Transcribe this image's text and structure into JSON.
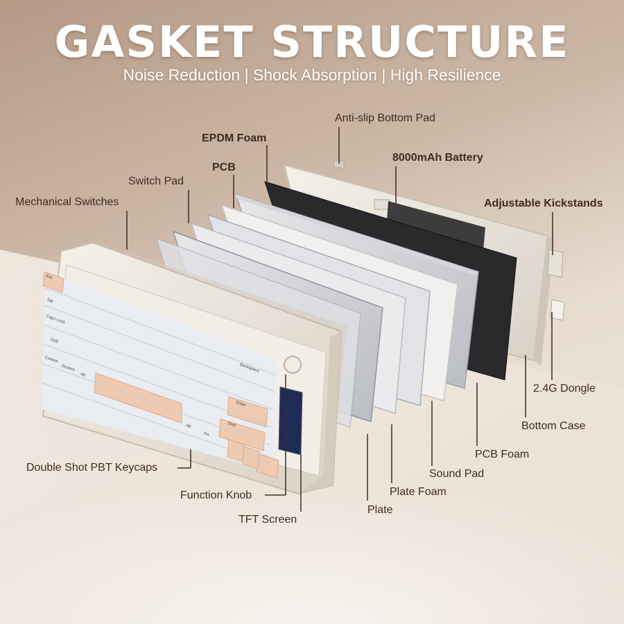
{
  "title": "GASKET STRUCTURE",
  "subtitle": "Noise Reduction | Shock Absorption | High Resilience",
  "labels": {
    "anti_slip": "Anti-slip Bottom Pad",
    "epdm": "EPDM Foam",
    "battery": "8000mAh Battery",
    "pcb": "PCB",
    "switch_pad": "Switch Pad",
    "kickstands": "Adjustable Kickstands",
    "switches": "Mechanical Switches",
    "dongle": "2.4G Dongle",
    "bottom_case": "Bottom Case",
    "pcb_foam": "PCB Foam",
    "keycaps": "Double Shot PBT Keycaps",
    "sound_pad": "Sound Pad",
    "function_knob": "Function Knob",
    "plate_foam": "Plate Foam",
    "tft": "TFT Screen",
    "plate": "Plate"
  },
  "keys": {
    "esc": "Esc",
    "tab": "Tab",
    "caps": "Caps Lock",
    "shift": "Shift",
    "control": "Control",
    "system": "System",
    "alt": "Alt",
    "backspace": "Backspace",
    "enter": "Enter",
    "shift_r": "Shift",
    "alt_r": "Alt",
    "fn": "Fn"
  },
  "colors": {
    "label_text": "#3f2b1f",
    "accent_peach": "#efc9b0",
    "frame": "#ece6dc",
    "epdm": "#2b2b2b"
  }
}
